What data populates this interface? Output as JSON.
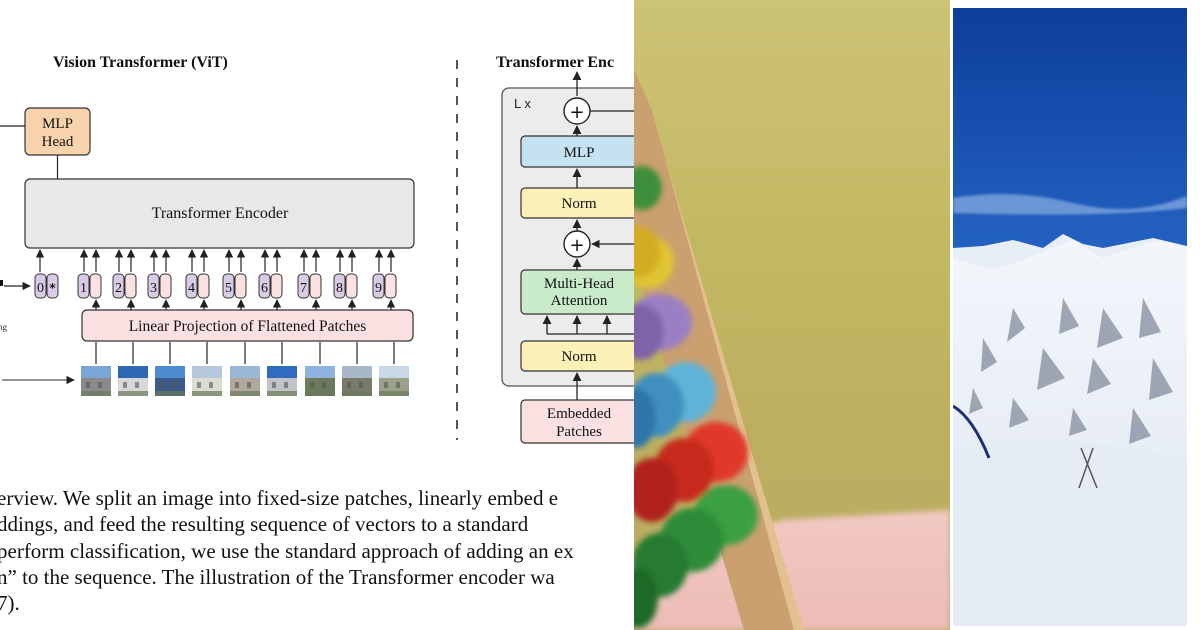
{
  "figure": {
    "title_vit": "Vision Transformer (ViT)",
    "title_encoder": "Transformer Enc",
    "mlp_head": [
      "MLP",
      "Head"
    ],
    "transformer_encoder": "Transformer Encoder",
    "linear_projection": "Linear Projection of Flattened Patches",
    "token_zero": "0",
    "token_star": "*",
    "token_numbers": [
      "1",
      "2",
      "3",
      "4",
      "5",
      "6",
      "7",
      "8",
      "9"
    ],
    "left_cut_label": "ng",
    "encoder_block": {
      "repeat": "L x",
      "plus": "+",
      "mlp": "MLP",
      "norm": "Norm",
      "attention": [
        "Multi-Head",
        "Attention"
      ],
      "embedded": [
        "Embedded",
        "Patches"
      ]
    }
  },
  "caption": [
    "erview.  We split an image into fixed-size patches, linearly embed e",
    "ddings, and feed the resulting sequence of vectors to a standard",
    " perform classification, we use the standard approach of adding an ex",
    "n” to the sequence. The illustration of the Transformer encoder wa",
    "7)."
  ],
  "colors": {
    "mlp_head": "#f8d3ab",
    "encoder_gray": "#e8e8e8",
    "projection_pink": "#fbe1e1",
    "token_purple": "#d8cbe6",
    "mlp_blue": "#c5e2f2",
    "norm_yellow": "#fdf1b8",
    "attention_green": "#c9ebc9",
    "abacus_background": "#c6bb69",
    "sky_blue": "#1f5fc0"
  }
}
